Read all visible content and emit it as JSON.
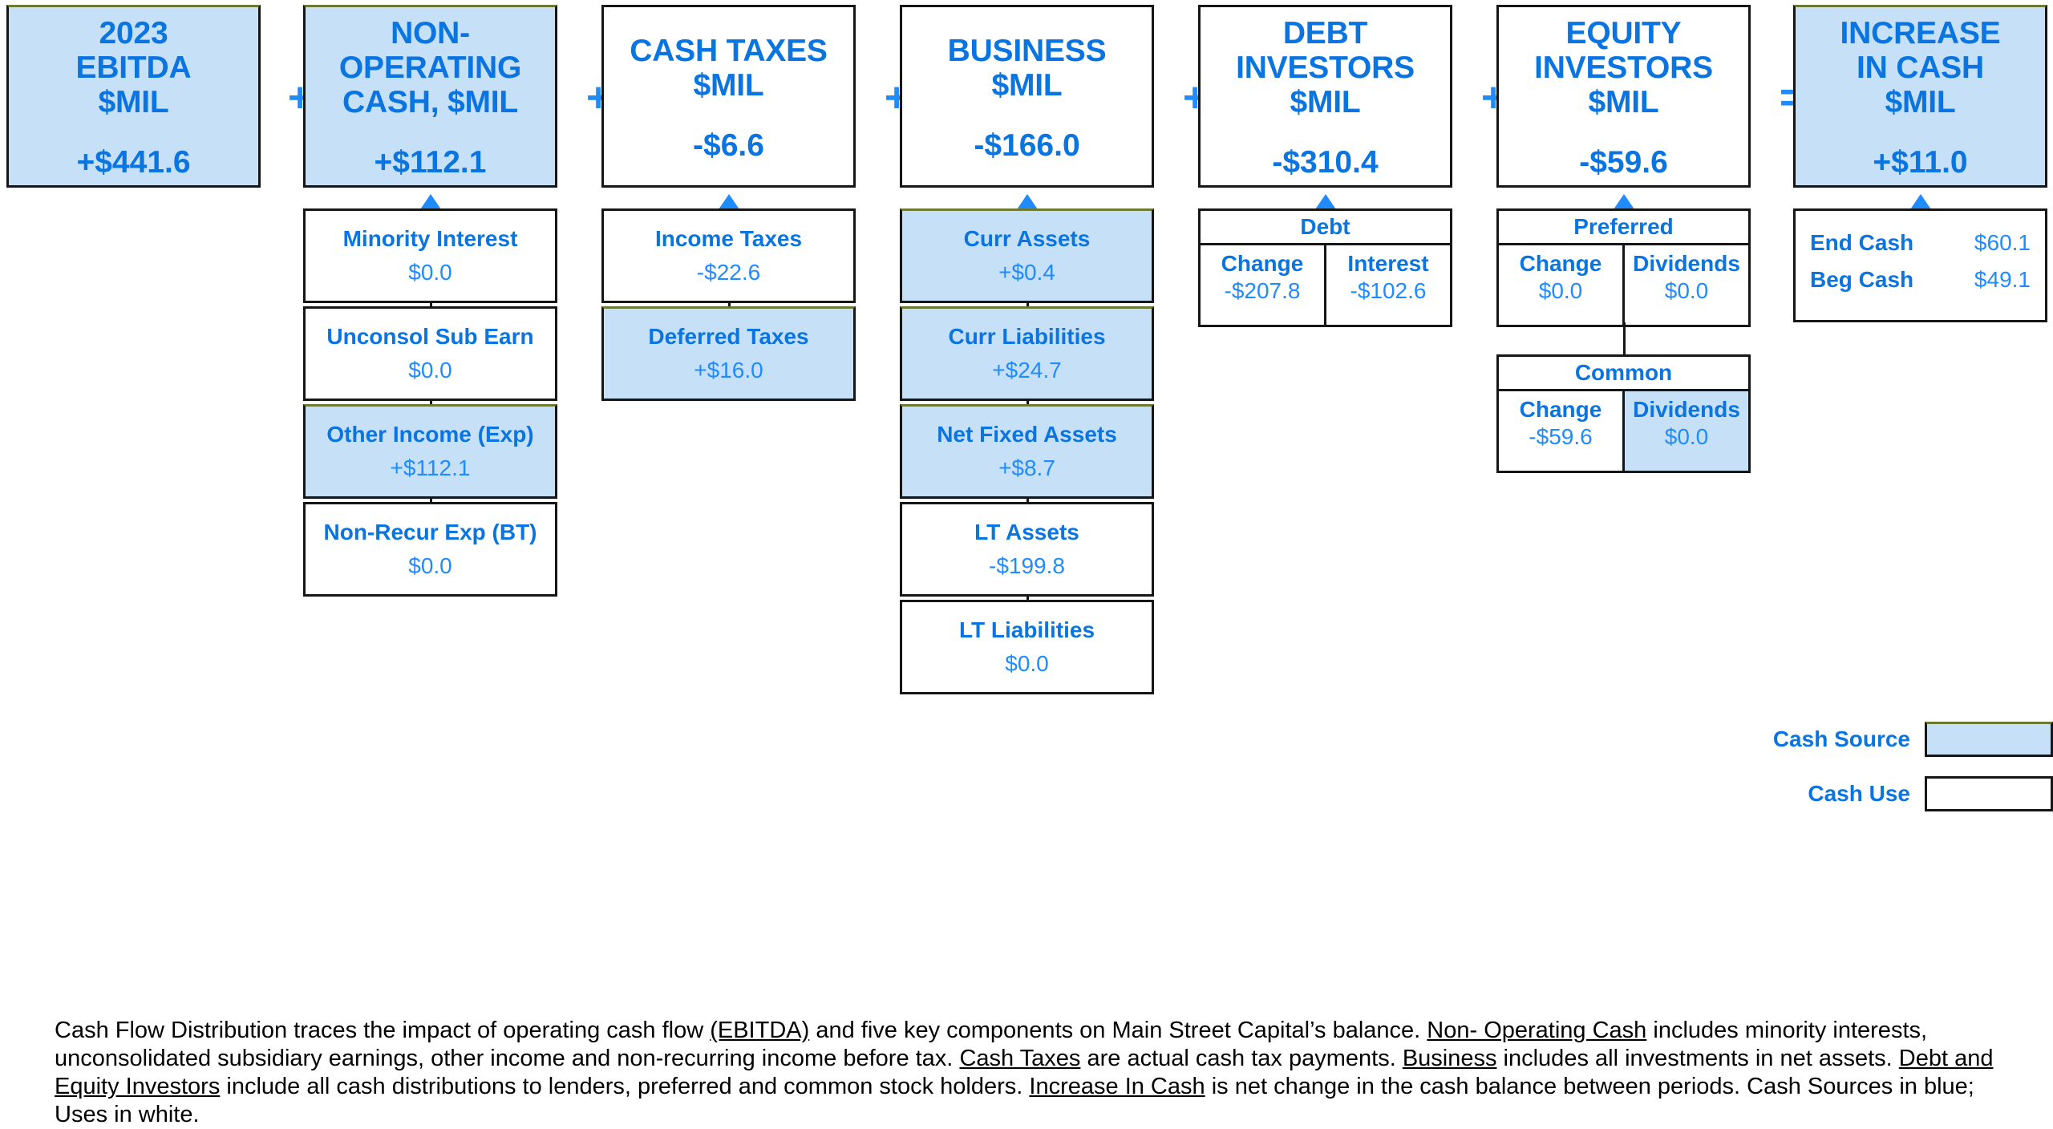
{
  "colors": {
    "cash_source_fill": "#c6e0f7",
    "cash_use_fill": "#ffffff",
    "label_blue": "#0a74e0",
    "value_blue": "#1f8bff",
    "border": "#161616"
  },
  "operators": {
    "plus": "+",
    "equals": "="
  },
  "columns": [
    {
      "key": "ebitda",
      "header": {
        "title": "2023\nEBITDA\n$MIL",
        "title_lines": [
          "2023",
          "EBITDA",
          "$MIL"
        ],
        "value": "+$441.6",
        "fill": "source"
      },
      "operator_after": "+",
      "items": []
    },
    {
      "key": "non_operating_cash",
      "header": {
        "title_lines": [
          "NON-",
          "OPERATING",
          "CASH, $MIL"
        ],
        "value": "+$112.1",
        "fill": "source"
      },
      "operator_after": "+",
      "items": [
        {
          "label": "Minority Interest",
          "value": "$0.0",
          "fill": "use"
        },
        {
          "label": "Unconsol Sub Earn",
          "value": "$0.0",
          "fill": "use"
        },
        {
          "label": "Other Income (Exp)",
          "value": "+$112.1",
          "fill": "source"
        },
        {
          "label": "Non-Recur Exp (BT)",
          "value": "$0.0",
          "fill": "use"
        }
      ]
    },
    {
      "key": "cash_taxes",
      "header": {
        "title_lines": [
          "CASH TAXES",
          "$MIL"
        ],
        "value": "-$6.6",
        "fill": "use"
      },
      "operator_after": "+",
      "items": [
        {
          "label": "Income Taxes",
          "value": "-$22.6",
          "fill": "use"
        },
        {
          "label": "Deferred Taxes",
          "value": "+$16.0",
          "fill": "source"
        }
      ]
    },
    {
      "key": "business",
      "header": {
        "title_lines": [
          "BUSINESS",
          "$MIL"
        ],
        "value": "-$166.0",
        "fill": "use"
      },
      "operator_after": "+",
      "items": [
        {
          "label": "Curr Assets",
          "value": "+$0.4",
          "fill": "source"
        },
        {
          "label": "Curr Liabilities",
          "value": "+$24.7",
          "fill": "source"
        },
        {
          "label": "Net Fixed Assets",
          "value": "+$8.7",
          "fill": "source"
        },
        {
          "label": "LT Assets",
          "value": "-$199.8",
          "fill": "use"
        },
        {
          "label": "LT Liabilities",
          "value": "$0.0",
          "fill": "use"
        }
      ]
    },
    {
      "key": "debt_investors",
      "header": {
        "title_lines": [
          "DEBT",
          "INVESTORS",
          "$MIL"
        ],
        "value": "-$310.4",
        "fill": "use"
      },
      "operator_after": "+",
      "tables": [
        {
          "caption": "Debt",
          "cells": [
            {
              "label": "Change",
              "value": "-$207.8",
              "fill": "use"
            },
            {
              "label": "Interest",
              "value": "-$102.6",
              "fill": "use"
            }
          ]
        }
      ]
    },
    {
      "key": "equity_investors",
      "header": {
        "title_lines": [
          "EQUITY",
          "INVESTORS",
          "$MIL"
        ],
        "value": "-$59.6",
        "fill": "use"
      },
      "operator_after": "=",
      "tables": [
        {
          "caption": "Preferred",
          "cells": [
            {
              "label": "Change",
              "value": "$0.0",
              "fill": "use"
            },
            {
              "label": "Dividends",
              "value": "$0.0",
              "fill": "use"
            }
          ]
        },
        {
          "caption": "Common",
          "cells": [
            {
              "label": "Change",
              "value": "-$59.6",
              "fill": "use"
            },
            {
              "label": "Dividends",
              "value": "$0.0",
              "fill": "source"
            }
          ]
        }
      ]
    },
    {
      "key": "increase_in_cash",
      "header": {
        "title_lines": [
          "INCREASE",
          "IN CASH",
          "$MIL"
        ],
        "value": "+$11.0",
        "fill": "source"
      },
      "operator_after": "",
      "cash_box": {
        "rows": [
          {
            "key": "End Cash",
            "value": "$60.1"
          },
          {
            "key": "Beg Cash",
            "value": "$49.1"
          }
        ]
      }
    }
  ],
  "legend": {
    "rows": [
      {
        "label": "Cash Source",
        "fill": "source"
      },
      {
        "label": "Cash Use",
        "fill": "use"
      }
    ]
  },
  "footnote": {
    "segments": [
      {
        "t": "Cash Flow Distribution traces the impact of operating cash flow ",
        "u": false
      },
      {
        "t": "(EBITDA)",
        "u": true
      },
      {
        "t": " and five key components on Main Street Capital’s balance.  ",
        "u": false
      },
      {
        "t": "Non- Operating Cash",
        "u": true
      },
      {
        "t": " includes minority interests, unconsolidated subsidiary earnings, other income and non-recurring  income before tax.  ",
        "u": false
      },
      {
        "t": "Cash Taxes",
        "u": true
      },
      {
        "t": " are actual cash tax payments.  ",
        "u": false
      },
      {
        "t": "Business",
        "u": true
      },
      {
        "t": " includes all investments in net assets.  ",
        "u": false
      },
      {
        "t": "Debt and Equity Investors",
        "u": true
      },
      {
        "t": " include all cash distributions to lenders, preferred and common stock holders.  ",
        "u": false
      },
      {
        "t": "Increase In Cash",
        "u": true
      },
      {
        "t": " is net change in the cash balance between periods.  Cash Sources in blue; Uses in white.",
        "u": false
      }
    ]
  }
}
